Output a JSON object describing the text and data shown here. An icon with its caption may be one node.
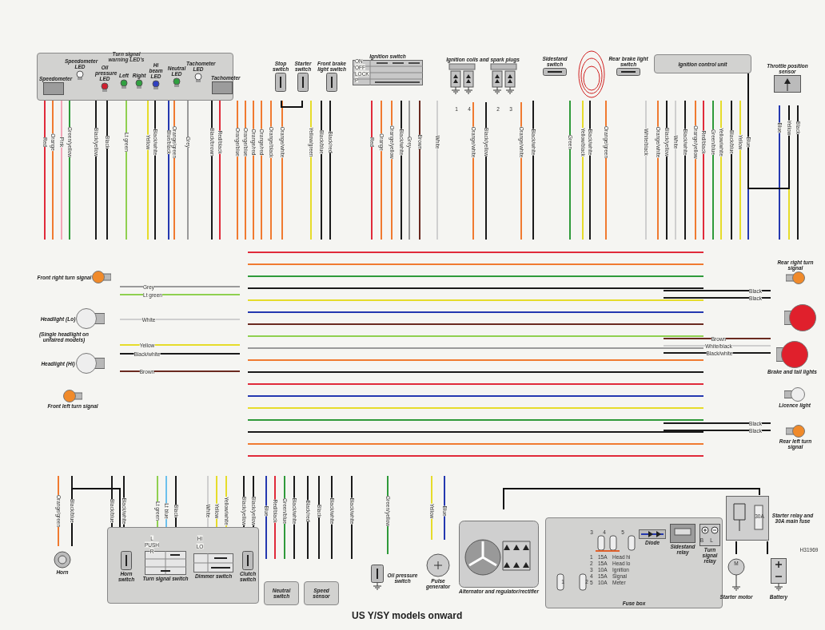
{
  "diagram": {
    "caption": "US Y/SY models onward",
    "nodes": [
      {
        "text": [],
        "shape": "box"
      },
      {
        "text": [
          "Speedometer"
        ],
        "in": 0
      },
      {
        "text": [
          "Speedometer LED"
        ],
        "in": 0
      },
      {
        "text": [
          "Oil pressure LED"
        ],
        "in": 0
      },
      {
        "text": [
          "Left"
        ],
        "in": 0
      },
      {
        "text": [
          "Right"
        ],
        "in": 0
      },
      {
        "text": [
          "Hi beam LED"
        ],
        "in": 0
      },
      {
        "text": [
          "Neutral LED"
        ],
        "in": 0
      },
      {
        "text": [
          "Tachometer LED"
        ],
        "in": 0
      },
      {
        "text": [
          "Tachometer"
        ],
        "in": 0
      },
      {
        "text": [
          "Stop switch"
        ]
      },
      {
        "text": [
          "Starter switch"
        ]
      },
      {
        "text": [
          "Front brake light switch"
        ]
      },
      {
        "text": [
          "Ignition switch"
        ]
      },
      {
        "text": [
          "Ignition coils and spark plugs"
        ]
      },
      {
        "text": [
          "Sidestand switch"
        ]
      },
      {
        "text": [
          "Rear brake light switch"
        ]
      },
      {
        "text": [
          "Ignition control unit"
        ]
      },
      {
        "text": [
          "Throttle position sensor"
        ]
      },
      {
        "text": [
          "Front right turn signal"
        ]
      },
      {
        "text": [
          "Headlight (Lo)"
        ],
        "beside": [
          "(Single headlight on unfaired models)"
        ]
      },
      {
        "text": [
          "Headlight (Hi)"
        ]
      },
      {
        "text": [
          "Front left turn signal"
        ]
      },
      {
        "text": [
          "Rear right turn signal"
        ]
      },
      {
        "text": [],
        "shape": "circle"
      },
      {
        "text": [
          "Brake and tail lights"
        ]
      },
      {
        "text": [
          "Licence light"
        ]
      },
      {
        "text": [
          "Rear left turn signal"
        ]
      },
      {
        "text": [
          "Horn"
        ]
      },
      {
        "text": [],
        "shape": "box"
      },
      {
        "text": [
          "Horn switch"
        ],
        "in": 29
      },
      {
        "text": [
          "Turn signal switch"
        ],
        "in": 29
      },
      {
        "text": [
          "Dimmer switch"
        ],
        "in": 29
      },
      {
        "text": [
          "Clutch switch"
        ],
        "in": 29
      },
      {
        "text": [
          "Neutral switch"
        ]
      },
      {
        "text": [
          "Speed sensor"
        ]
      },
      {
        "text": [
          "Oil pressure switch"
        ]
      },
      {
        "text": [
          "Pulse generator"
        ]
      },
      {
        "text": [
          "Alternator and regulator/rectifier"
        ]
      },
      {
        "text": [
          "Fuse box"
        ]
      },
      {
        "text": [
          "Diode"
        ],
        "in": 39
      },
      {
        "text": [
          "Sidestand relay"
        ],
        "in": 39
      },
      {
        "text": [
          "Turn signal relay"
        ],
        "in": 39
      },
      {
        "text": [
          "Starter relay and 30A main fuse"
        ]
      },
      {
        "text": [
          "Starter motor"
        ]
      },
      {
        "text": [
          "Battery"
        ]
      }
    ],
    "edges": [
      {
        "from": 28,
        "to": 30,
        "arrow": "none"
      },
      {
        "from": 10,
        "to": 11,
        "arrow": "none"
      },
      {
        "from": 17,
        "to": 18,
        "arrow": "none"
      },
      {
        "from": 45,
        "to": 43,
        "arrow": "none"
      },
      {
        "from": 43,
        "to": 44,
        "arrow": "none"
      },
      {
        "from": 38,
        "to": 43,
        "arrow": "none"
      }
    ],
    "labels": [
      "Turn signal warning LED's",
      "Red",
      "Orange",
      "Pink",
      "Green/yellow",
      "Black/yellow",
      "Black",
      "Lt green",
      "Yellow",
      "Black/white",
      "Blue/black",
      "Orange/green",
      "Grey",
      "Black/brown",
      "Red/black",
      "Orange/blue",
      "Orange/blue",
      "Orange/red",
      "Orange/red",
      "Orange/black",
      "Orange/white",
      "Yellow/green",
      "Black/blue",
      "Black/red",
      "Red",
      "Orange",
      "Orange/yellow",
      "Black/white",
      "Grey",
      "Brown",
      "White",
      "Orange/white",
      "Black/yellow",
      "Orange/white",
      "Black/white",
      "Green",
      "Yellow/black",
      "Black/white",
      "Orange/green",
      "White/black",
      "Orange/white",
      "Black/yellow",
      "White",
      "Black/white",
      "Orange/yellow",
      "Red/black",
      "Green/blue",
      "Yellow/white",
      "Black/blue",
      "Yellow",
      "Blue",
      "Blue",
      "Yellow",
      "Black",
      "ON",
      "OFF",
      "LOCK",
      "P",
      "1",
      "4",
      "2",
      "3",
      "Grey",
      "Lt green",
      "White",
      "Yellow",
      "Black/white",
      "Brown",
      "Black",
      "Black",
      "Brown",
      "White/black",
      "Black/white",
      "Black",
      "Black",
      "L",
      "PUSH",
      "R",
      "HI",
      "LO",
      "Orange/green",
      "Black/blue",
      "Black/blue",
      "Black/white",
      "Lt green",
      "Lt blue",
      "Black",
      "White",
      "Yellow",
      "Yellow/white",
      "Black/yellow",
      "Black/yellow",
      "Blue",
      "Red/black",
      "Green/blue",
      "Black/white",
      "Black/red",
      "Black",
      "Black/white",
      "Black/white",
      "Green/yellow",
      "Yellow",
      "Blue",
      "30A",
      "3",
      "4",
      "5",
      "B",
      "L",
      "1",
      "2",
      "1",
      "15A",
      "Head hi",
      "2",
      "15A",
      "Head lo",
      "3",
      "10A",
      "Ignition",
      "4",
      "15A",
      "Signal",
      "5",
      "10A",
      "Meter",
      "M",
      "H31969"
    ]
  }
}
